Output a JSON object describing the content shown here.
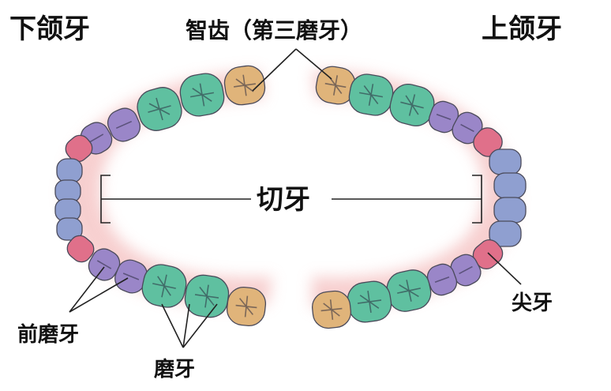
{
  "labels": {
    "lower_jaw": "下颌牙",
    "upper_jaw": "上颌牙",
    "wisdom_tooth": "智齿（第三磨牙）",
    "incisors": "切牙",
    "canine": "尖牙",
    "premolars": "前磨牙",
    "molars": "磨牙"
  },
  "colors": {
    "incisor": "#8f9fd0",
    "canine": "#e0708a",
    "premolar": "#9a86c8",
    "molar": "#5fc0a0",
    "wisdom": "#e0b47a",
    "gum": "#f6c8c8"
  }
}
